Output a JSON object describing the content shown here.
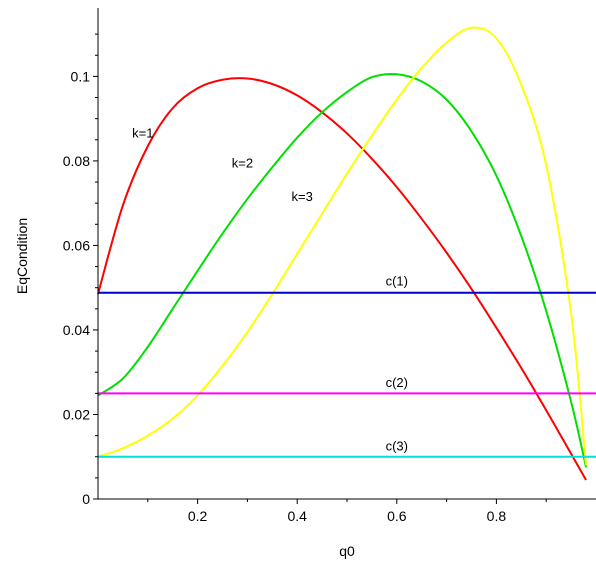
{
  "chart_data": {
    "type": "line",
    "title": "",
    "xlabel": "q0",
    "ylabel": "EqCondition",
    "xlim": [
      0,
      1
    ],
    "ylim": [
      0,
      0.115
    ],
    "x_ticks": [
      0.2,
      0.4,
      0.6,
      0.8
    ],
    "x_tick_labels": [
      "0.2",
      "0.4",
      "0.6",
      "0.8"
    ],
    "y_ticks": [
      0,
      0.02,
      0.04,
      0.06,
      0.08,
      0.1
    ],
    "y_tick_labels": [
      "0",
      "0.02",
      "0.04",
      "0.06",
      "0.08",
      "0.1"
    ],
    "grid": false,
    "series": [
      {
        "label": "k=1",
        "color": "#ff0000",
        "x": [
          0,
          0.05,
          0.1,
          0.15,
          0.2,
          0.25,
          0.3,
          0.35,
          0.4,
          0.45,
          0.5,
          0.55,
          0.6,
          0.65,
          0.7,
          0.75,
          0.8,
          0.85,
          0.9,
          0.95,
          0.98
        ],
        "y": [
          0.0485,
          0.0695,
          0.0835,
          0.0925,
          0.0972,
          0.0992,
          0.0995,
          0.0982,
          0.0955,
          0.0915,
          0.0865,
          0.0805,
          0.0738,
          0.0663,
          0.0583,
          0.0497,
          0.0405,
          0.031,
          0.021,
          0.0107,
          0.0045
        ]
      },
      {
        "label": "k=2",
        "color": "#00e000",
        "x": [
          0,
          0.05,
          0.1,
          0.15,
          0.2,
          0.25,
          0.3,
          0.35,
          0.4,
          0.45,
          0.5,
          0.55,
          0.6,
          0.65,
          0.7,
          0.75,
          0.8,
          0.85,
          0.9,
          0.95,
          0.98
        ],
        "y": [
          0.0245,
          0.0285,
          0.036,
          0.045,
          0.054,
          0.0628,
          0.071,
          0.0785,
          0.0855,
          0.0915,
          0.0963,
          0.0998,
          0.1005,
          0.0988,
          0.0945,
          0.087,
          0.0765,
          0.0622,
          0.0445,
          0.023,
          0.0075
        ]
      },
      {
        "label": "k=3",
        "color": "#ffff00",
        "x": [
          0,
          0.05,
          0.1,
          0.15,
          0.2,
          0.25,
          0.3,
          0.35,
          0.4,
          0.45,
          0.5,
          0.55,
          0.6,
          0.65,
          0.7,
          0.75,
          0.8,
          0.85,
          0.9,
          0.95,
          0.98
        ],
        "y": [
          0.01,
          0.012,
          0.015,
          0.019,
          0.0245,
          0.0315,
          0.0395,
          0.0485,
          0.058,
          0.0675,
          0.077,
          0.086,
          0.0945,
          0.102,
          0.108,
          0.1115,
          0.109,
          0.098,
          0.079,
          0.044,
          0.008
        ]
      },
      {
        "label": "c(1)",
        "color": "#0000cc",
        "x": [
          0,
          1
        ],
        "y": [
          0.0488,
          0.0488
        ]
      },
      {
        "label": "c(2)",
        "color": "#ff00ff",
        "x": [
          0,
          1
        ],
        "y": [
          0.025,
          0.025
        ]
      },
      {
        "label": "c(3)",
        "color": "#00e0e0",
        "x": [
          0,
          1
        ],
        "y": [
          0.01,
          0.01
        ]
      }
    ],
    "annotations": [
      {
        "text": "k=1",
        "x": 0.09,
        "y": 0.0855
      },
      {
        "text": "k=2",
        "x": 0.29,
        "y": 0.0785
      },
      {
        "text": "k=3",
        "x": 0.41,
        "y": 0.0705
      },
      {
        "text": "c(1)",
        "x": 0.6,
        "y": 0.0505
      },
      {
        "text": "c(2)",
        "x": 0.6,
        "y": 0.0265
      },
      {
        "text": "c(3)",
        "x": 0.6,
        "y": 0.0115
      }
    ]
  }
}
